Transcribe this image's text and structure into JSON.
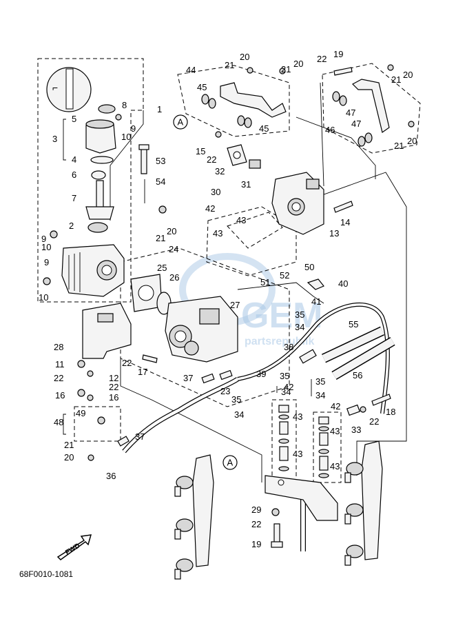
{
  "diagram": {
    "caption": "68F0010-1081",
    "fwd_label": "FWD",
    "section_marker": "A",
    "watermark_text": "partsrepublik",
    "callouts": [
      "1",
      "2",
      "3",
      "4",
      "5",
      "6",
      "7",
      "8",
      "9",
      "10",
      "11",
      "12",
      "13",
      "14",
      "15",
      "16",
      "17",
      "18",
      "19",
      "20",
      "21",
      "22",
      "23",
      "24",
      "25",
      "26",
      "27",
      "28",
      "29",
      "30",
      "31",
      "32",
      "33",
      "34",
      "35",
      "36",
      "37",
      "38",
      "39",
      "40",
      "41",
      "42",
      "43",
      "44",
      "45",
      "46",
      "47",
      "48",
      "49",
      "50",
      "51",
      "52",
      "53",
      "54",
      "55",
      "56"
    ]
  }
}
